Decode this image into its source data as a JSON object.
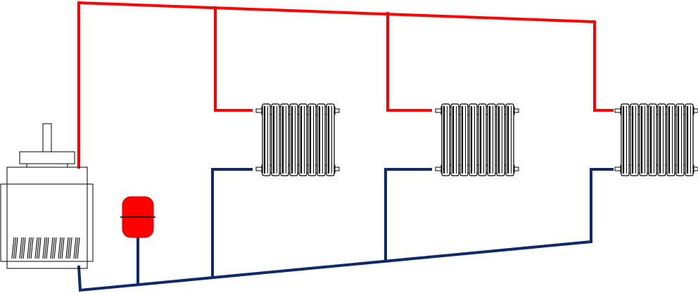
{
  "diagram": {
    "type": "two-pipe heating system",
    "colors": {
      "supply": "#ff0000",
      "return": "#0d2b6b",
      "tank": "#ff0000",
      "outline": "#000000",
      "background": "#ffffff"
    },
    "components": {
      "boiler": {
        "icon": "boiler-icon"
      },
      "expansion_tank": {
        "icon": "expansion-tank-icon"
      },
      "radiators": [
        {
          "name": "radiator-1",
          "sections": 8
        },
        {
          "name": "radiator-2",
          "sections": 8
        },
        {
          "name": "radiator-3",
          "sections": 8
        }
      ]
    }
  }
}
